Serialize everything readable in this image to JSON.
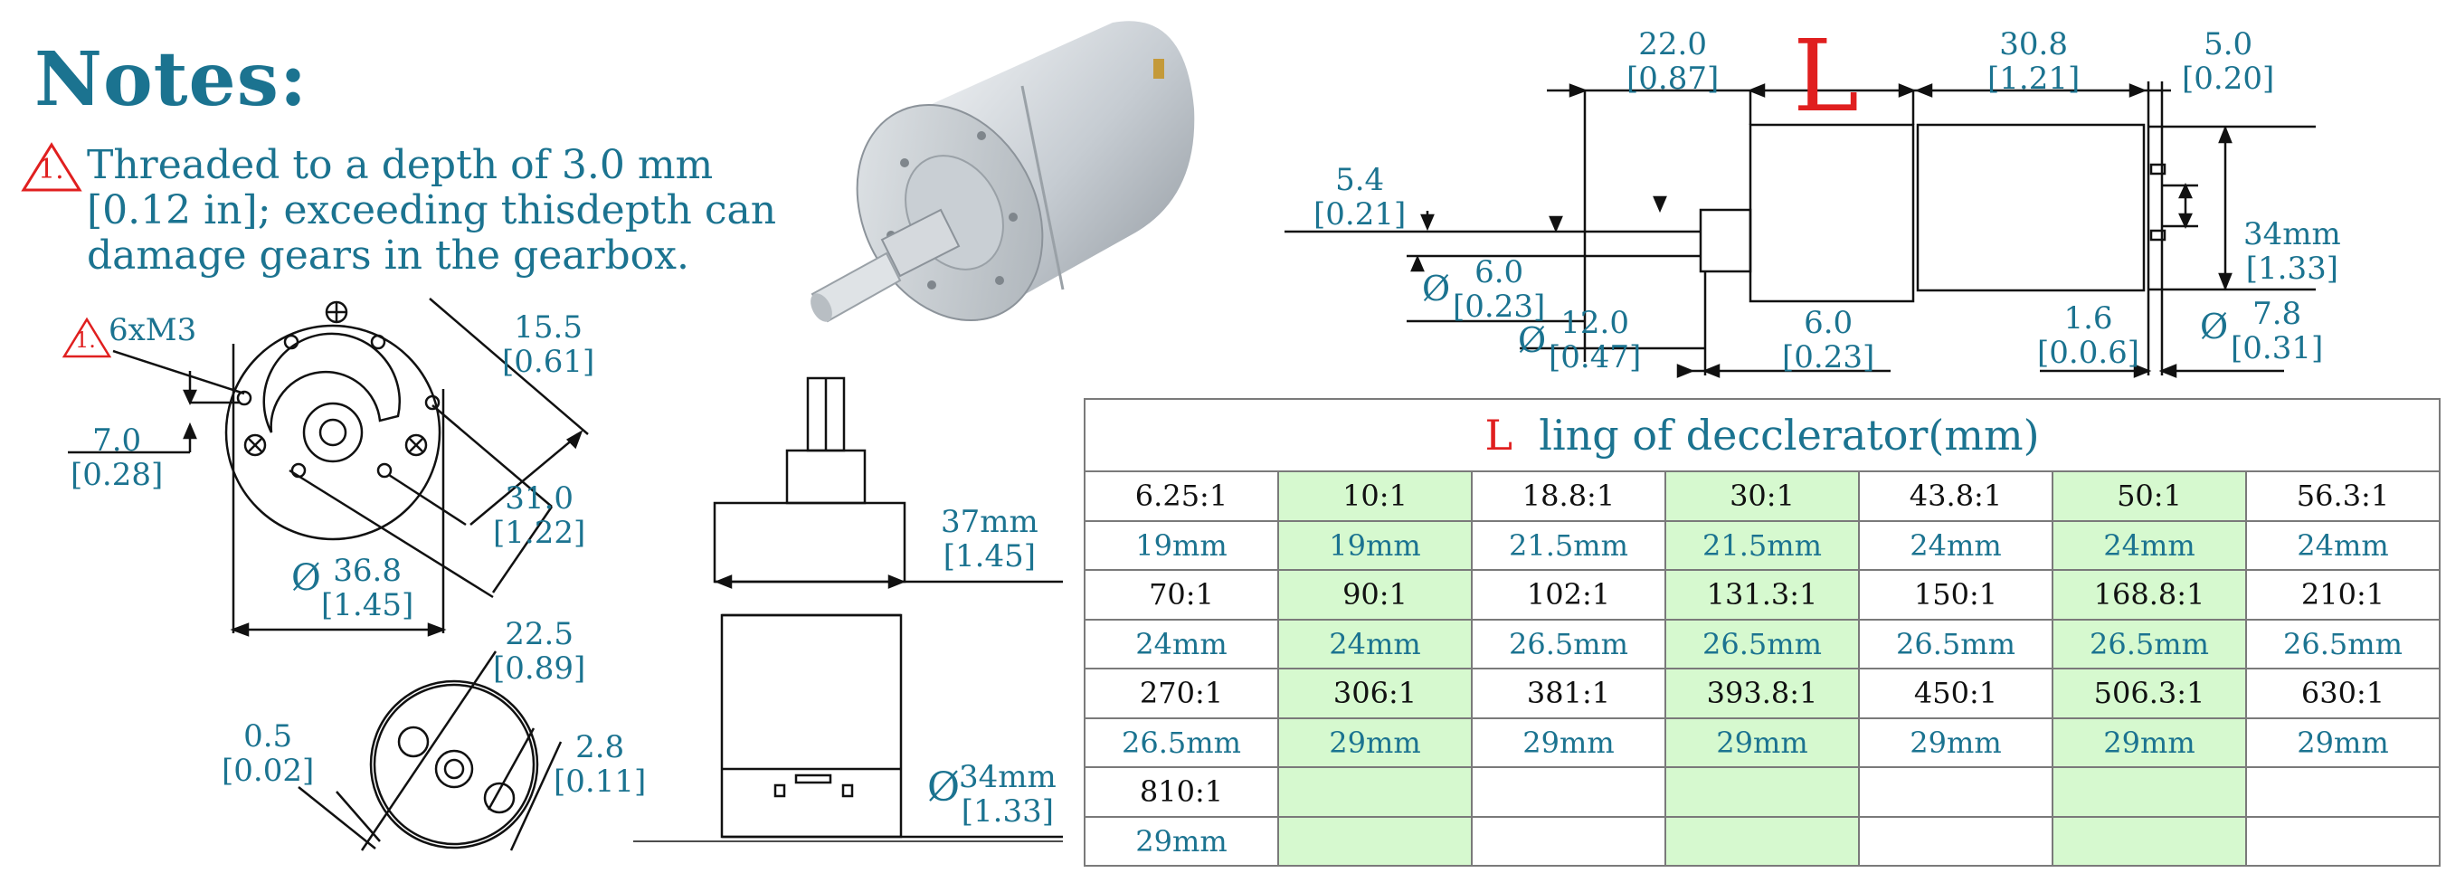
{
  "notes": {
    "title": "Notes:",
    "marker": "1.",
    "lines": [
      "Threaded to a depth of 3.0 mm",
      "[0.12 in]; exceeding thisdepth can",
      "damage gears in the gearbox."
    ]
  },
  "front_view": {
    "thread_label": "6xM3",
    "marker": "1.",
    "dims": {
      "d1": {
        "mm": "15.5",
        "in": "[0.61]"
      },
      "d2": {
        "mm": "7.0",
        "in": "[0.28]"
      },
      "d3": {
        "mm": "31.0",
        "in": "[1.22]"
      },
      "d4": {
        "prefix": "Ø",
        "mm": "36.8",
        "in": "[1.45]"
      }
    }
  },
  "back_view": {
    "dims": {
      "d1": {
        "mm": "22.5",
        "in": "[0.89]"
      },
      "d2": {
        "mm": "0.5",
        "in": "[0.02]"
      },
      "d3": {
        "mm": "2.8",
        "in": "[0.11]"
      }
    }
  },
  "side_view": {
    "dims": {
      "d1": {
        "mm": "37mm",
        "in": "[1.45]"
      },
      "d2": {
        "prefix": "Ø",
        "mm": "34mm",
        "in": "[1.33]"
      }
    }
  },
  "top_view": {
    "length_symbol": "L",
    "dims": {
      "a": {
        "mm": "22.0",
        "in": "[0.87]"
      },
      "b": {
        "mm": "30.8",
        "in": "[1.21]"
      },
      "c": {
        "mm": "5.0",
        "in": "[0.20]"
      },
      "d": {
        "mm": "5.4",
        "in": "[0.21]"
      },
      "e": {
        "prefix": "Ø",
        "mm": "6.0",
        "in": "[0.23]"
      },
      "f": {
        "prefix": "Ø",
        "mm": "12.0",
        "in": "[0.47]"
      },
      "g": {
        "mm": "6.0",
        "in": "[0.23]"
      },
      "h": {
        "mm": "1.6",
        "in": "[0.0.6]"
      },
      "i": {
        "mm": "34mm",
        "in": "[1.33]"
      },
      "j": {
        "prefix": "Ø",
        "mm": "7.8",
        "in": "[0.31]"
      }
    }
  },
  "table": {
    "title_symbol": "L",
    "title_text": "ling of decclerator(mm)",
    "rows": [
      {
        "ratios": [
          "6.25:1",
          "10:1",
          "18.8:1",
          "30:1",
          "43.8:1",
          "50:1",
          "56.3:1"
        ],
        "lengths": [
          "19mm",
          "19mm",
          "21.5mm",
          "21.5mm",
          "24mm",
          "24mm",
          "24mm"
        ]
      },
      {
        "ratios": [
          "70:1",
          "90:1",
          "102:1",
          "131.3:1",
          "150:1",
          "168.8:1",
          "210:1"
        ],
        "lengths": [
          "24mm",
          "24mm",
          "26.5mm",
          "26.5mm",
          "26.5mm",
          "26.5mm",
          "26.5mm"
        ]
      },
      {
        "ratios": [
          "270:1",
          "306:1",
          "381:1",
          "393.8:1",
          "450:1",
          "506.3:1",
          "630:1"
        ],
        "lengths": [
          "26.5mm",
          "29mm",
          "29mm",
          "29mm",
          "29mm",
          "29mm",
          "29mm"
        ]
      },
      {
        "ratios": [
          "810:1",
          "",
          "",
          "",
          "",
          "",
          ""
        ],
        "lengths": [
          "29mm",
          "",
          "",
          "",
          "",
          "",
          ""
        ]
      }
    ]
  }
}
